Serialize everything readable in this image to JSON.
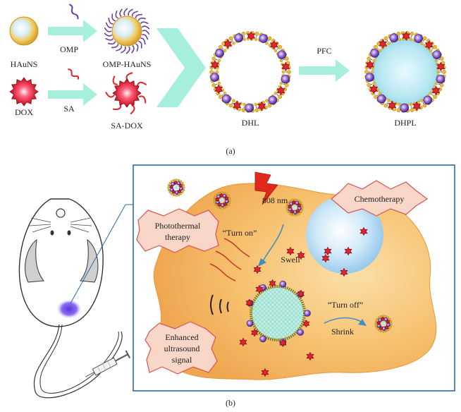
{
  "panel_a": {
    "caption": "(a)",
    "labels": {
      "hauns": "HAuNS",
      "omp": "OMP",
      "omp_hauns": "OMP-HAuNS",
      "dox": "DOX",
      "sa": "SA",
      "sa_dox": "SA-DOX",
      "dhl": "DHL",
      "pfc": "PFC",
      "dhpl": "DHPL"
    }
  },
  "panel_b": {
    "caption": "(b)",
    "laser": "808 nm",
    "turn_on": "“Turn on”",
    "swell": "Swell",
    "turn_off": "“Turn off”",
    "shrink": "Shrink",
    "callouts": {
      "chemotherapy": "Chemotherapy",
      "photothermal_1": "Photothermal",
      "photothermal_2": "therapy",
      "ultrasound_1": "Enhanced",
      "ultrasound_2": "ultrasound",
      "ultrasound_3": "signal"
    }
  },
  "colors": {
    "arrow": "#a6efdd",
    "gold": "#e8b93a",
    "dox_red": "#d92626",
    "purple": "#6a3fa8",
    "cell_fill": "#f6bc67",
    "cell_border": "#2b6aa8",
    "callout_fill": "#f9d7c8",
    "callout_stroke": "#d9534f",
    "pfc_core": "#bfe9f2"
  }
}
